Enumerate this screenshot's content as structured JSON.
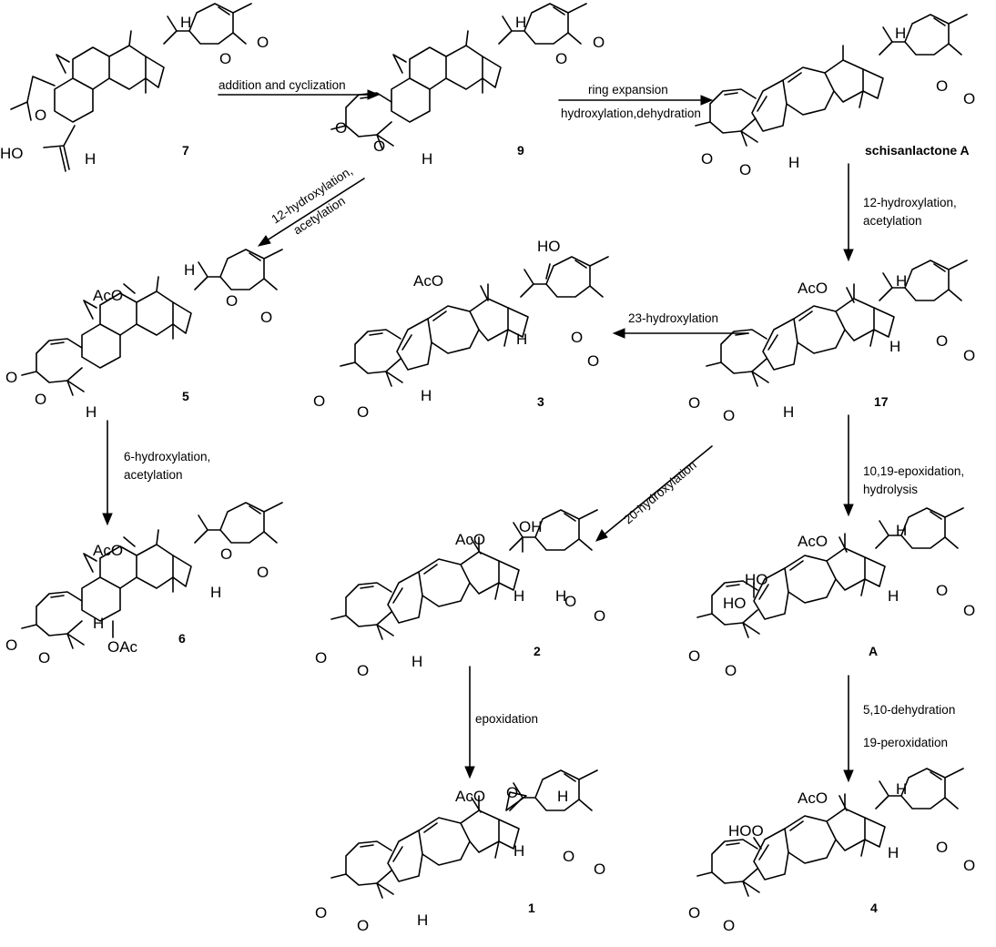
{
  "compounds": {
    "c7": {
      "label": "7"
    },
    "c9": {
      "label": "9"
    },
    "schisanlactone_a": {
      "label": "schisanlactone A"
    },
    "c5": {
      "label": "5"
    },
    "c3": {
      "label": "3"
    },
    "c17": {
      "label": "17"
    },
    "c6": {
      "label": "6"
    },
    "c2": {
      "label": "2"
    },
    "cA": {
      "label": "A"
    },
    "c1": {
      "label": "1"
    },
    "c4": {
      "label": "4"
    }
  },
  "steps": {
    "s7_9": {
      "line1": "addition and cyclization"
    },
    "s9_sA": {
      "line1": "ring expansion",
      "line2": "hydroxylation,dehydration"
    },
    "s9_5": {
      "line1": "12-hydroxylation,",
      "line2": "acetylation"
    },
    "sA_17": {
      "line1": "12-hydroxylation,",
      "line2": "acetylation"
    },
    "s17_3": {
      "line1": "23-hydroxylation"
    },
    "s5_6": {
      "line1": "6-hydroxylation,",
      "line2": "acetylation"
    },
    "s17_2": {
      "line1": "20-hydroxylation"
    },
    "s17_A": {
      "line1": "10,19-epoxidation,",
      "line2": "hydrolysis"
    },
    "s2_1": {
      "line1": "epoxidation"
    },
    "sA_4": {
      "line1": "5,10-dehydration",
      "line2": "19-peroxidation"
    }
  },
  "atoms": {
    "H": "H",
    "O": "O",
    "HO": "HO",
    "OH": "OH",
    "AcO": "AcO",
    "OAc": "OAc",
    "HOO": "HOO"
  }
}
